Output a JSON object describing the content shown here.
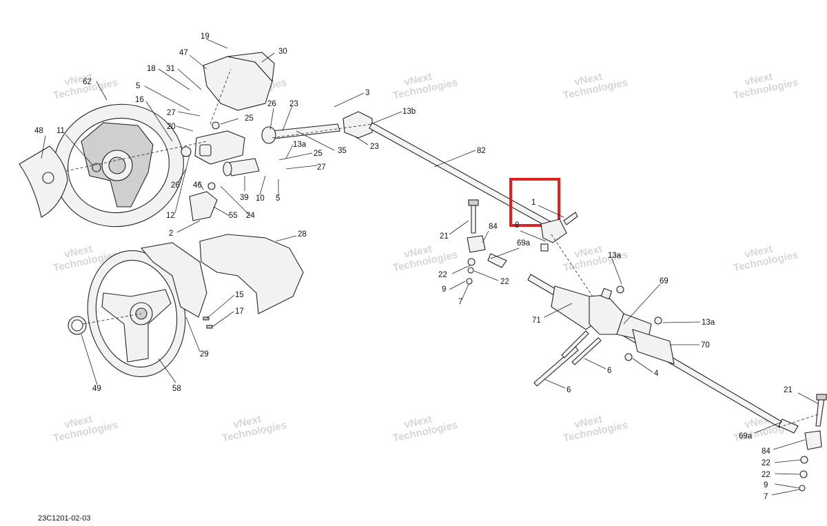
{
  "diagram_code": "23C1201-02-03",
  "watermark": {
    "line1": "vNext",
    "line2": "Technologies",
    "small": "vNext Technologies"
  },
  "highlight_color": "#e0201e",
  "callouts": {
    "c19": "19",
    "c30": "30",
    "c47": "47",
    "c18": "18",
    "c31": "31",
    "c62": "62",
    "c5a": "5",
    "c16": "16",
    "c27a": "27",
    "c25a": "25",
    "c26a": "26",
    "c23a": "23",
    "c3": "3",
    "c13b": "13b",
    "c48": "48",
    "c11": "11",
    "c20": "20",
    "c13a1": "13a",
    "c25b": "25",
    "c27b": "27",
    "c35": "35",
    "c23b": "23",
    "c82": "82",
    "c26b": "26",
    "c39": "39",
    "c10": "10",
    "c5b": "5",
    "c46": "46",
    "c12": "12",
    "c55": "55",
    "c24": "24",
    "c2": "2",
    "c1": "1",
    "c21a": "21",
    "c84a": "84",
    "c8": "8",
    "c69a1": "69a",
    "c28": "28",
    "c22a": "22",
    "c22b": "22",
    "c9a": "9",
    "c7a": "7",
    "c13a2": "13a",
    "c69": "69",
    "c71": "71",
    "c13a3": "13a",
    "c15": "15",
    "c17": "17",
    "c70": "70",
    "c29": "29",
    "c6a": "6",
    "c4": "4",
    "c6b": "6",
    "c49": "49",
    "c58": "58",
    "c21b": "21",
    "c69a2": "69a",
    "c84b": "84",
    "c22c": "22",
    "c22d": "22",
    "c9b": "9",
    "c7b": "7"
  }
}
